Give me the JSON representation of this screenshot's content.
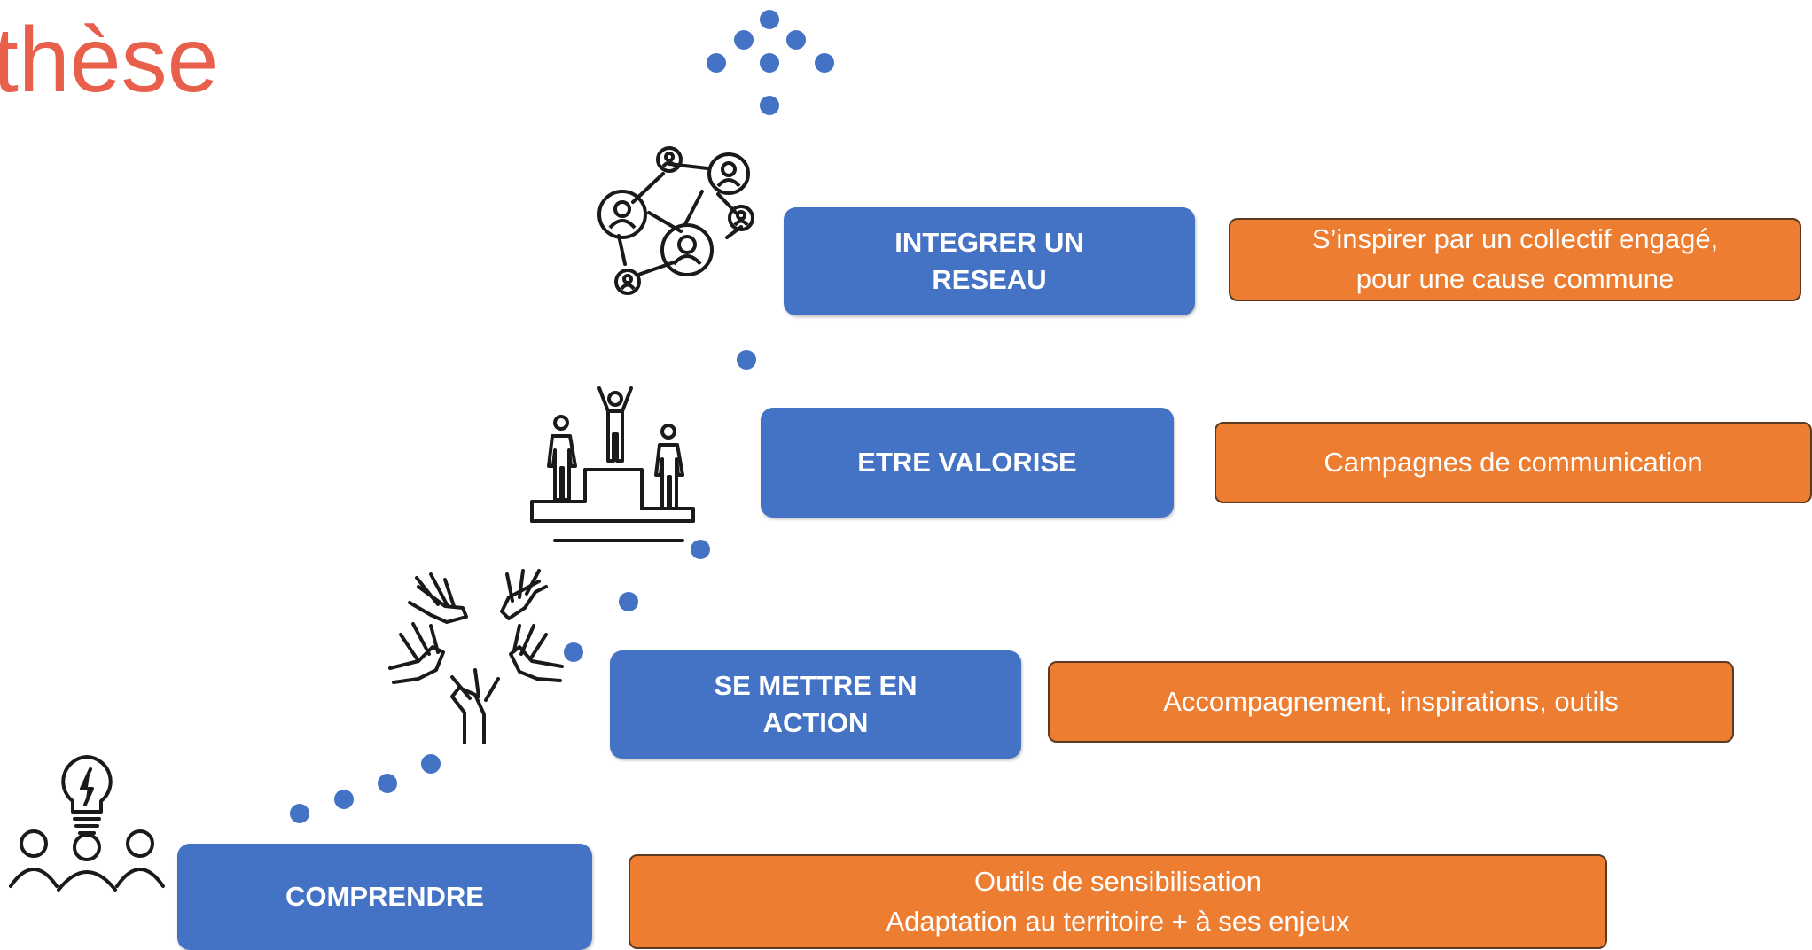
{
  "title": "thèse",
  "steps": [
    {
      "label_lines": [
        "INTEGRER UN",
        "RESEAU"
      ],
      "description_lines": [
        "S’inspirer par un collectif engagé,",
        "pour une cause commune"
      ],
      "icon": "network-people-icon"
    },
    {
      "label_lines": [
        "ETRE VALORISE"
      ],
      "description_lines": [
        "Campagnes de communication"
      ],
      "icon": "podium-icon"
    },
    {
      "label_lines": [
        "SE METTRE EN",
        "ACTION"
      ],
      "description_lines": [
        "Accompagnement, inspirations, outils"
      ],
      "icon": "hands-circle-icon"
    },
    {
      "label_lines": [
        "COMPRENDRE"
      ],
      "description_lines": [
        "Outils de sensibilisation",
        "Adaptation au territoire + à ses enjeux"
      ],
      "icon": "lightbulb-team-icon"
    }
  ],
  "colors": {
    "step_fill": "#4472c4",
    "description_fill": "#ed7d31",
    "title": "#e8604c",
    "dots": "#4472c4"
  }
}
